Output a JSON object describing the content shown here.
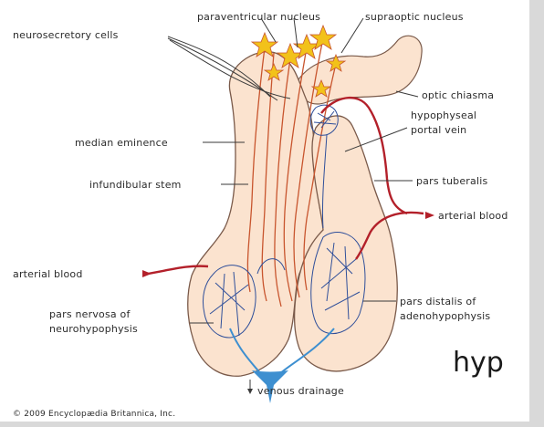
{
  "diagram": {
    "labels": {
      "paraventricular_nucleus": "paraventricular nucleus",
      "supraoptic_nucleus": "supraoptic nucleus",
      "neurosecretory_cells": "neurosecretory cells",
      "optic_chiasma": "optic chiasma",
      "hypophyseal_line1": "hypophyseal",
      "hypophyseal_line2": "portal vein",
      "median_eminence": "median eminence",
      "infundibular_stem": "infundibular stem",
      "pars_tuberalis": "pars tuberalis",
      "arterial_blood_right": "arterial blood",
      "arterial_blood_left": "arterial blood",
      "pars_nervosa_line1": "pars nervosa of",
      "pars_nervosa_line2": "neurohypophysis",
      "pars_distalis_line1": "pars distalis of",
      "pars_distalis_line2": "adenohypophysis",
      "venous_drainage": "venous drainage",
      "copyright": "© 2009 Encyclopædia Britannica, Inc."
    },
    "overlay_text": "hyp"
  },
  "colors": {
    "tissue_fill": "#fbe3cf",
    "tissue_outline": "#7a5a4a",
    "artery": "#b3202a",
    "vein": "#2f4f9a",
    "venous_drainage": "#3d8fd0",
    "neuron": "#f2c21a",
    "axon": "#c8552e",
    "text": "#2b2b2b"
  }
}
